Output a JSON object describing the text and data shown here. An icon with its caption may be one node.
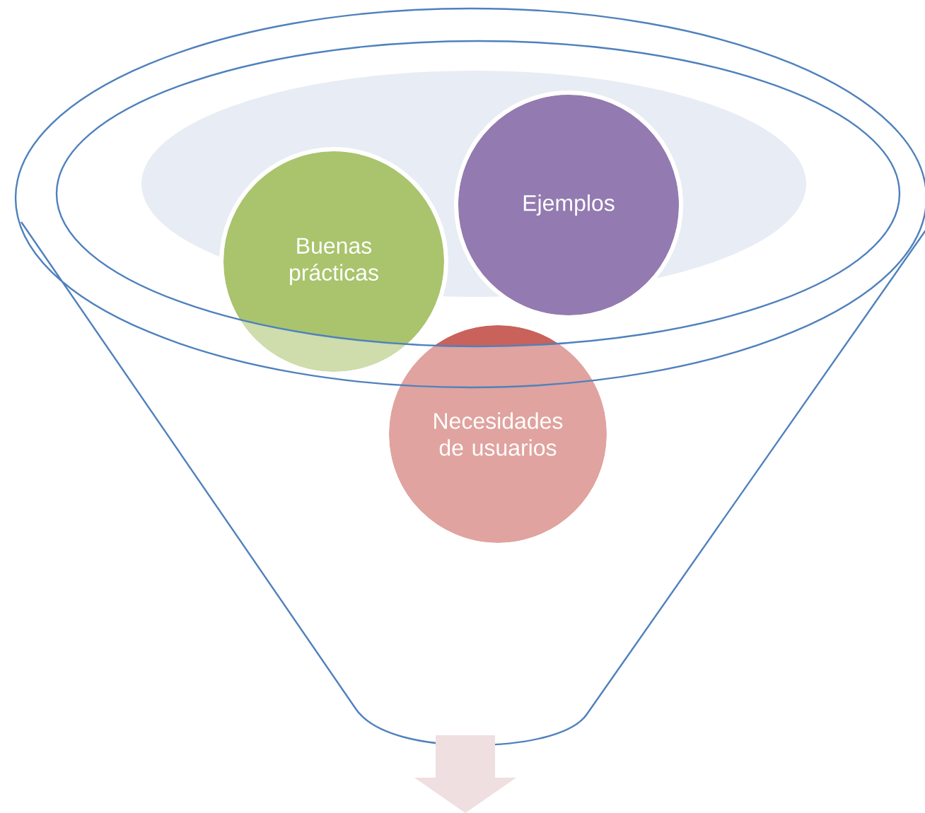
{
  "diagram": {
    "nodes": [
      {
        "text": [
          "Buenas prácticas"
        ]
      },
      {
        "text": [
          "Ejemplos"
        ]
      },
      {
        "text": [
          "Necesidades de usuarios"
        ]
      }
    ]
  }
}
